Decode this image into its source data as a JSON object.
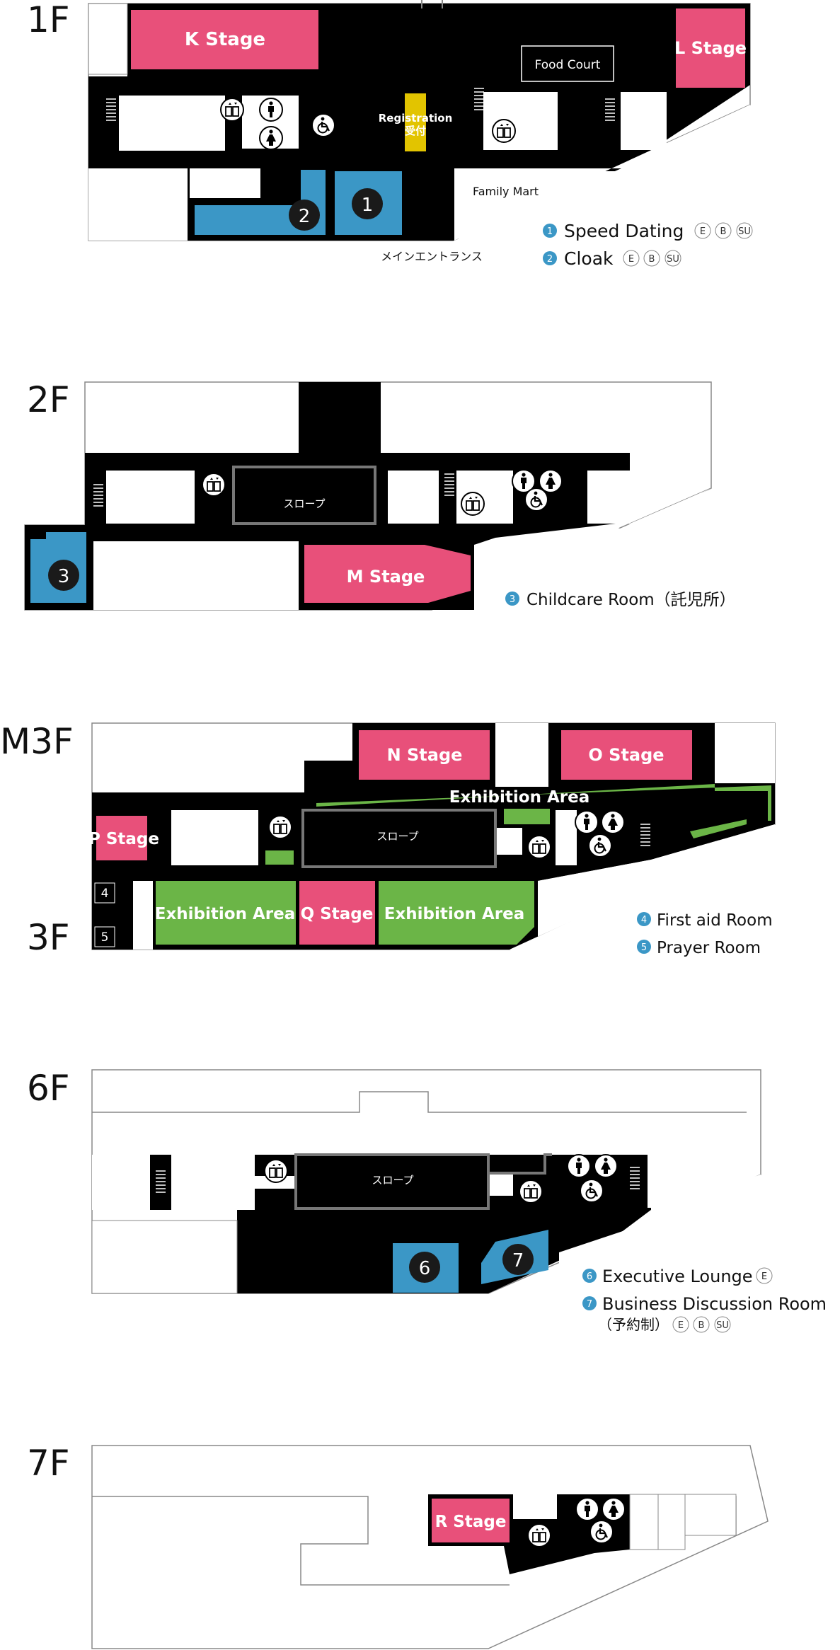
{
  "colors": {
    "stage": "#E8507A",
    "service": "#3B97C6",
    "exhibition": "#6BB547",
    "registration": "#E2C400",
    "building": "#000000",
    "legend_marker": "#3B97C6"
  },
  "floors": {
    "f1": {
      "label": "1F",
      "stages": {
        "k": "K Stage",
        "l": "L Stage"
      },
      "food_court": "Food Court",
      "registration": "Registration",
      "registration_jp": "受付",
      "family_mart": "Family Mart",
      "main_entrance": "メインエントランス",
      "numbers": [
        "1",
        "2"
      ],
      "legend": [
        {
          "num": "1",
          "label": "Speed Dating",
          "badges": [
            "E",
            "B",
            "SU"
          ]
        },
        {
          "num": "2",
          "label": "Cloak",
          "badges": [
            "E",
            "B",
            "SU"
          ]
        }
      ]
    },
    "f2": {
      "label": "2F",
      "stage": "M Stage",
      "slope": "スロープ",
      "number": "3",
      "legend": [
        {
          "num": "3",
          "label": "Childcare Room（託児所）"
        }
      ]
    },
    "f3": {
      "label_m3": "M3F",
      "label_3": "3F",
      "stages": {
        "n": "N Stage",
        "o": "O Stage",
        "p": "P Stage",
        "q": "Q Stage"
      },
      "exhibition": "Exhibition Area",
      "slope": "スロープ",
      "small_numbers": [
        "4",
        "5"
      ],
      "legend": [
        {
          "num": "4",
          "label": "First aid Room"
        },
        {
          "num": "5",
          "label": "Prayer Room"
        }
      ]
    },
    "f6": {
      "label": "6F",
      "slope": "スロープ",
      "numbers": [
        "6",
        "7"
      ],
      "legend": [
        {
          "num": "6",
          "label": "Executive Lounge",
          "badges": [
            "E"
          ]
        },
        {
          "num": "7",
          "label": "Business Discussion Room",
          "label2": "（予約制）",
          "badges": [
            "E",
            "B",
            "SU"
          ]
        }
      ]
    },
    "f7": {
      "label": "7F",
      "stage": "R Stage"
    }
  }
}
